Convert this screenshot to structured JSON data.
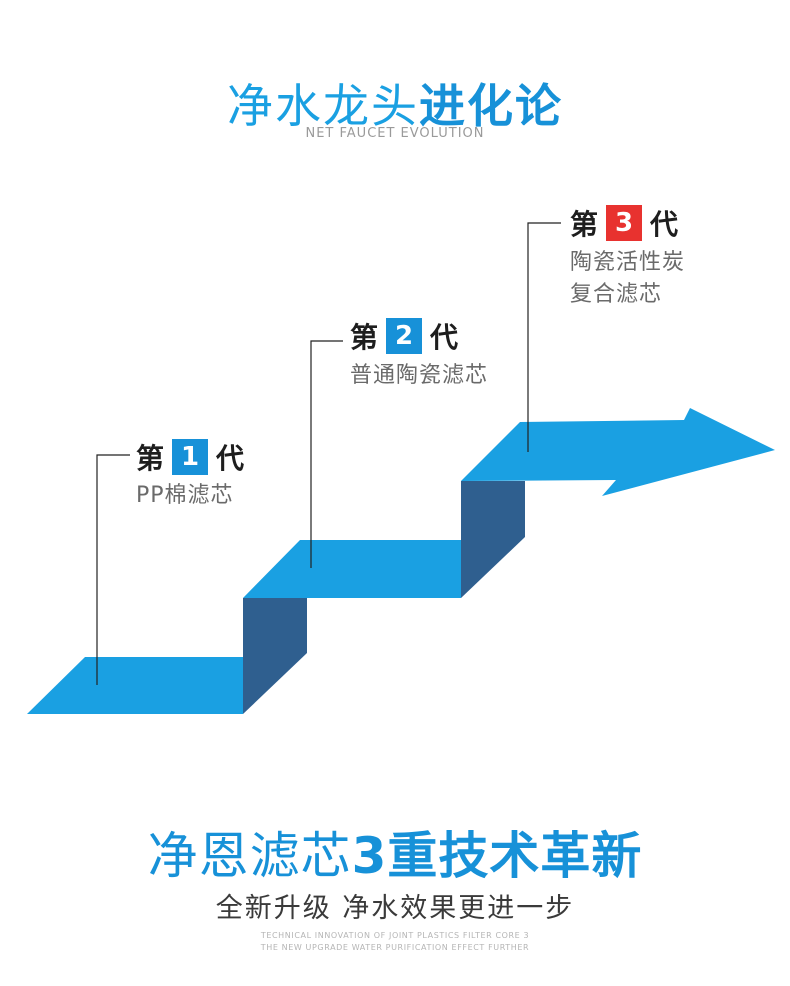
{
  "header": {
    "title_light": "净水龙头",
    "title_bold": "进化论",
    "subtitle": "NET FAUCET EVOLUTION"
  },
  "generations": [
    {
      "prefix": "第",
      "number": "1",
      "suffix": "代",
      "desc_lines": [
        "PP棉滤芯"
      ],
      "badge_color": "#1791d8"
    },
    {
      "prefix": "第",
      "number": "2",
      "suffix": "代",
      "desc_lines": [
        "普通陶瓷滤芯"
      ],
      "badge_color": "#1791d8"
    },
    {
      "prefix": "第",
      "number": "3",
      "suffix": "代",
      "desc_lines": [
        "陶瓷活性炭",
        "复合滤芯"
      ],
      "badge_color": "#e8322f"
    }
  ],
  "footer": {
    "headline_light": "净恩滤芯",
    "headline_bold": "3重技术革新",
    "slogan": "全新升级 净水效果更进一步",
    "en_line1": "TECHNICAL INNOVATION OF JOINT PLASTICS FILTER CORE 3",
    "en_line2": "THE NEW UPGRADE WATER PURIFICATION EFFECT FURTHER"
  },
  "colors": {
    "step_top": "#1aa0e2",
    "step_side": "#2f5f8f",
    "accent": "#1791d8",
    "highlight": "#e8322f"
  }
}
